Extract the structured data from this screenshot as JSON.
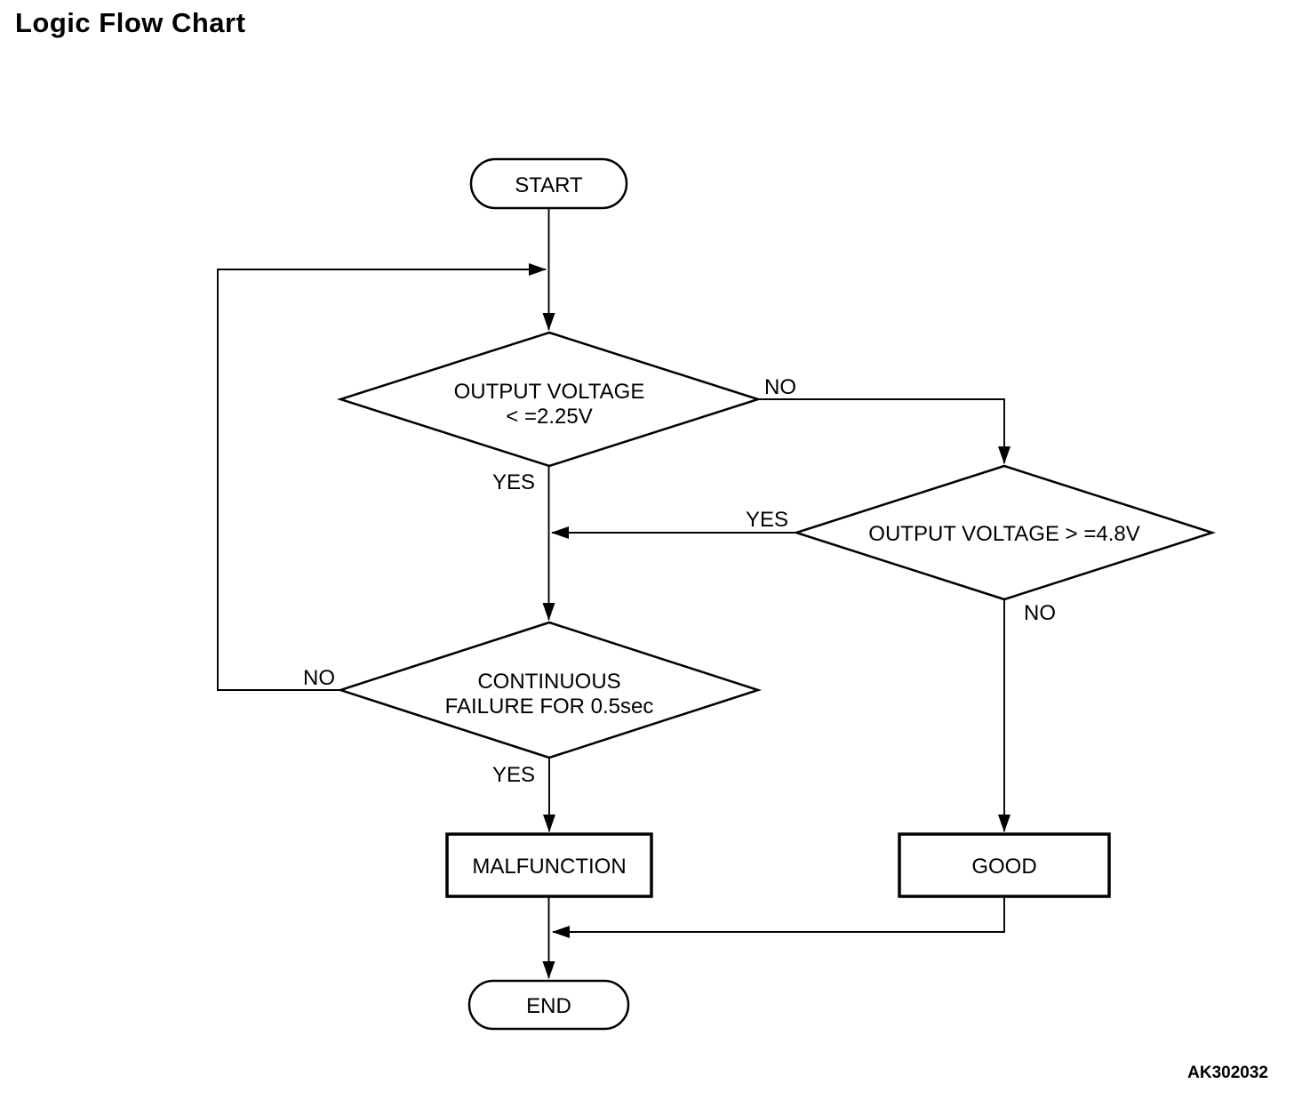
{
  "title": "Logic Flow Chart",
  "figure_code": "AK302032",
  "nodes": {
    "start": {
      "label": "START"
    },
    "output_voltage_low": {
      "line1": "OUTPUT VOLTAGE",
      "line2": "< =2.25V"
    },
    "output_voltage_high": {
      "label": "OUTPUT VOLTAGE > =4.8V"
    },
    "continuous_failure": {
      "line1": "CONTINUOUS",
      "line2": "FAILURE FOR 0.5sec"
    },
    "malfunction": {
      "label": "MALFUNCTION"
    },
    "good": {
      "label": "GOOD"
    },
    "end": {
      "label": "END"
    }
  },
  "edge_labels": {
    "output_voltage_low_no": "NO",
    "output_voltage_low_yes": "YES",
    "output_voltage_high_yes": "YES",
    "output_voltage_high_no": "NO",
    "continuous_failure_no": "NO",
    "continuous_failure_yes": "YES"
  },
  "colors": {
    "background": "#ffffff",
    "line": "#000000",
    "text": "#000000"
  }
}
